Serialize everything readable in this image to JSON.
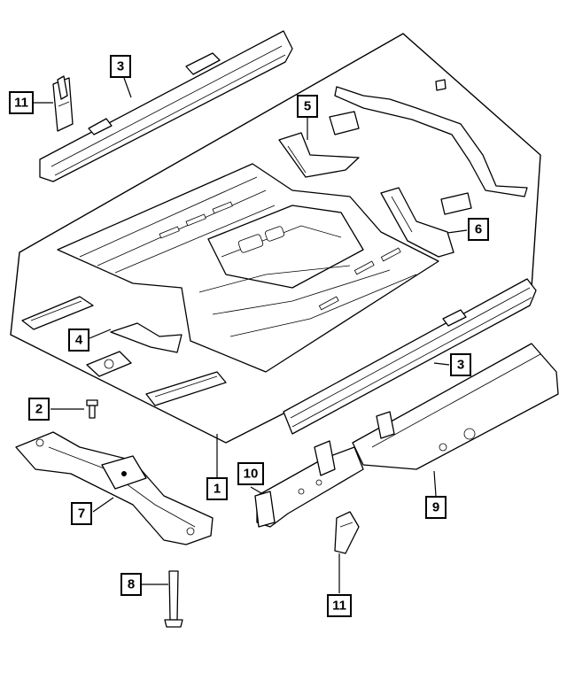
{
  "callouts": [
    {
      "id": "c1",
      "label": "1"
    },
    {
      "id": "c2",
      "label": "2"
    },
    {
      "id": "c3a",
      "label": "3"
    },
    {
      "id": "c3b",
      "label": "3"
    },
    {
      "id": "c4",
      "label": "4"
    },
    {
      "id": "c5",
      "label": "5"
    },
    {
      "id": "c6",
      "label": "6"
    },
    {
      "id": "c7",
      "label": "7"
    },
    {
      "id": "c8",
      "label": "8"
    },
    {
      "id": "c9",
      "label": "9"
    },
    {
      "id": "c10",
      "label": "10"
    },
    {
      "id": "c11a",
      "label": "11"
    },
    {
      "id": "c11b",
      "label": "11"
    }
  ]
}
